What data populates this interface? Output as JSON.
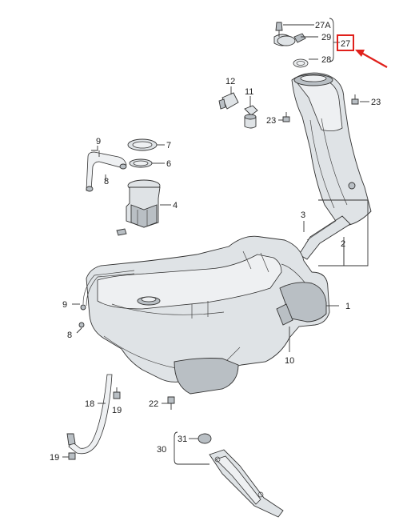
{
  "labels": {
    "l27a": "27A",
    "l29": "29",
    "l27": "27",
    "l28": "28",
    "l12": "12",
    "l11": "11",
    "l23a": "23",
    "l23b": "23",
    "l9a": "9",
    "l7": "7",
    "l6": "6",
    "l8a": "8",
    "l4": "4",
    "l3": "3",
    "l2": "2",
    "l1": "1",
    "l9b": "9",
    "l8b": "8",
    "l10": "10",
    "l18": "18",
    "l19a": "19",
    "l22": "22",
    "l19b": "19",
    "l30": "30",
    "l31": "31"
  },
  "highlight_color": "#e0201b",
  "highlighted_label": "27"
}
